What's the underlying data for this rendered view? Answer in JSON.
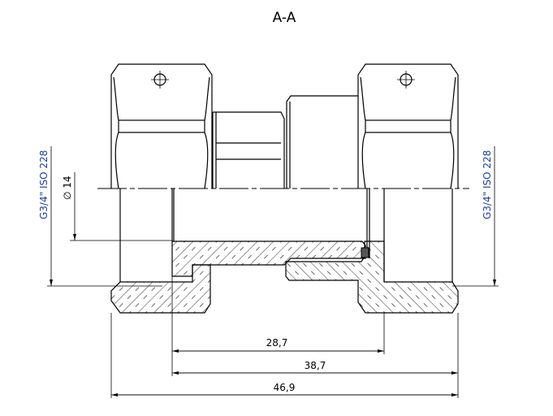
{
  "drawing": {
    "section_title": "A-A",
    "thread_left": "G3/4\" ISO 228",
    "thread_right": "G3/4\" ISO 228",
    "bore_diameter": "∅ 14",
    "dimensions": [
      "28,7",
      "38,7",
      "46,9"
    ],
    "colors": {
      "line": "#000000",
      "thread_label": "#1f3f8f",
      "seal": "#555555"
    }
  }
}
